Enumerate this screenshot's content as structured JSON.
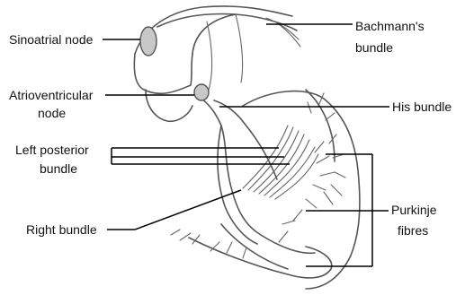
{
  "labels": {
    "sinoatrial_node": "Sinoatrial node",
    "atrioventricular_node": [
      "Atrioventricular",
      "node"
    ],
    "left_posterior_bundle": [
      "Left posterior",
      "bundle"
    ],
    "right_bundle": "Right bundle",
    "bachmanns_bundle": [
      "Bachmann's",
      "bundle"
    ],
    "his_bundle": "His bundle",
    "purkinje_fibres": [
      "Purkinje",
      "fibres"
    ]
  }
}
